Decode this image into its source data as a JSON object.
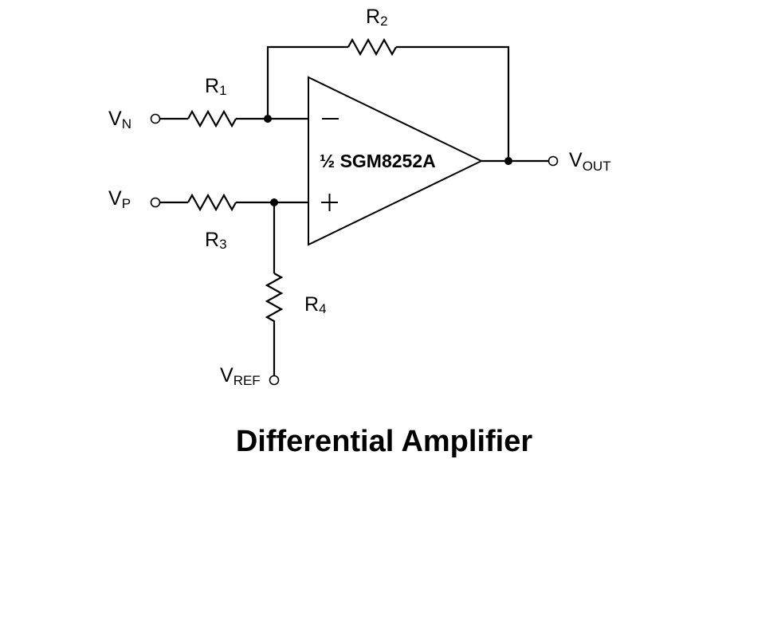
{
  "diagram": {
    "title": "Differential Amplifier",
    "opamp": {
      "part_label": "½ SGM8252A",
      "inverting_symbol": "−",
      "noninverting_symbol": "+"
    },
    "resistors": [
      {
        "id": "R1",
        "label": "R",
        "sub": "1"
      },
      {
        "id": "R2",
        "label": "R",
        "sub": "2"
      },
      {
        "id": "R3",
        "label": "R",
        "sub": "3"
      },
      {
        "id": "R4",
        "label": "R",
        "sub": "4"
      }
    ],
    "terminals": [
      {
        "id": "VN",
        "label": "V",
        "sub": "N"
      },
      {
        "id": "VP",
        "label": "V",
        "sub": "P"
      },
      {
        "id": "VOUT",
        "label": "V",
        "sub": "OUT"
      },
      {
        "id": "VREF",
        "label": "V",
        "sub": "REF"
      }
    ]
  }
}
